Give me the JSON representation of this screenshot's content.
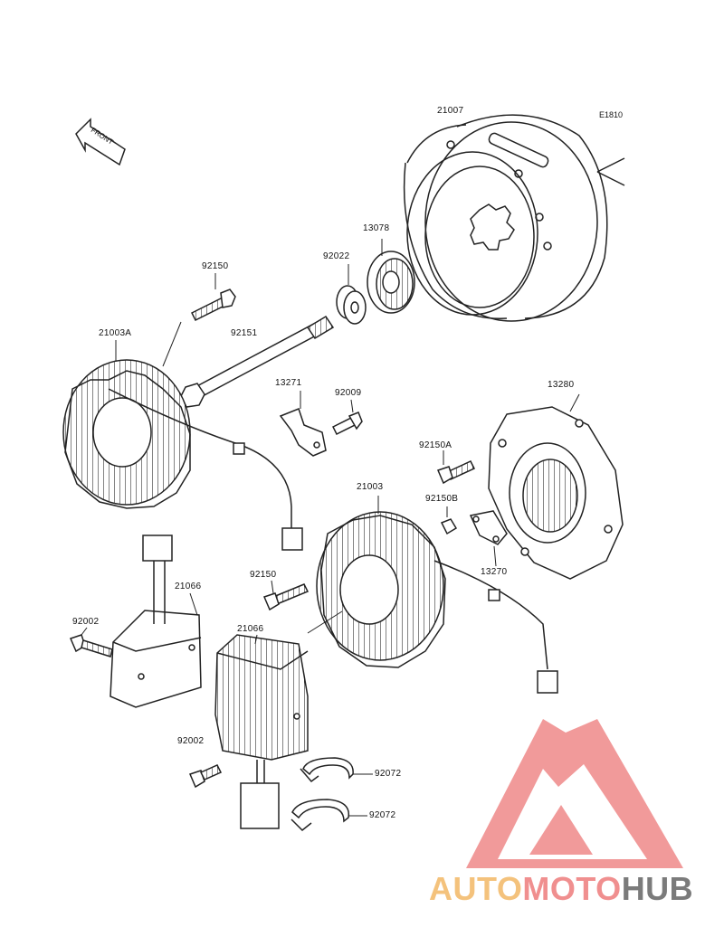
{
  "diagram_code": "E1810",
  "front_label": "FRONT",
  "parts": {
    "p21007": "21007",
    "p13078": "13078",
    "p92022": "92022",
    "p92150_top": "92150",
    "p92151": "92151",
    "p21003A": "21003A",
    "p13271": "13271",
    "p92009": "92009",
    "p13280": "13280",
    "p92150A": "92150A",
    "p92150B": "92150B",
    "p21003": "21003",
    "p13270": "13270",
    "p92150_mid": "92150",
    "p21066_a": "21066",
    "p92002_a": "92002",
    "p21066_b": "21066",
    "p92002_b": "92002",
    "p92072_a": "92072",
    "p92072_b": "92072"
  },
  "watermark": {
    "brand_part1": "AUTO",
    "brand_part2": "MOTO",
    "brand_part3": "HUB",
    "colors": {
      "part1": "#f4c27c",
      "part2": "#f08f8f",
      "part3": "#7b7b7b",
      "triangle": "#f08f8f"
    }
  }
}
